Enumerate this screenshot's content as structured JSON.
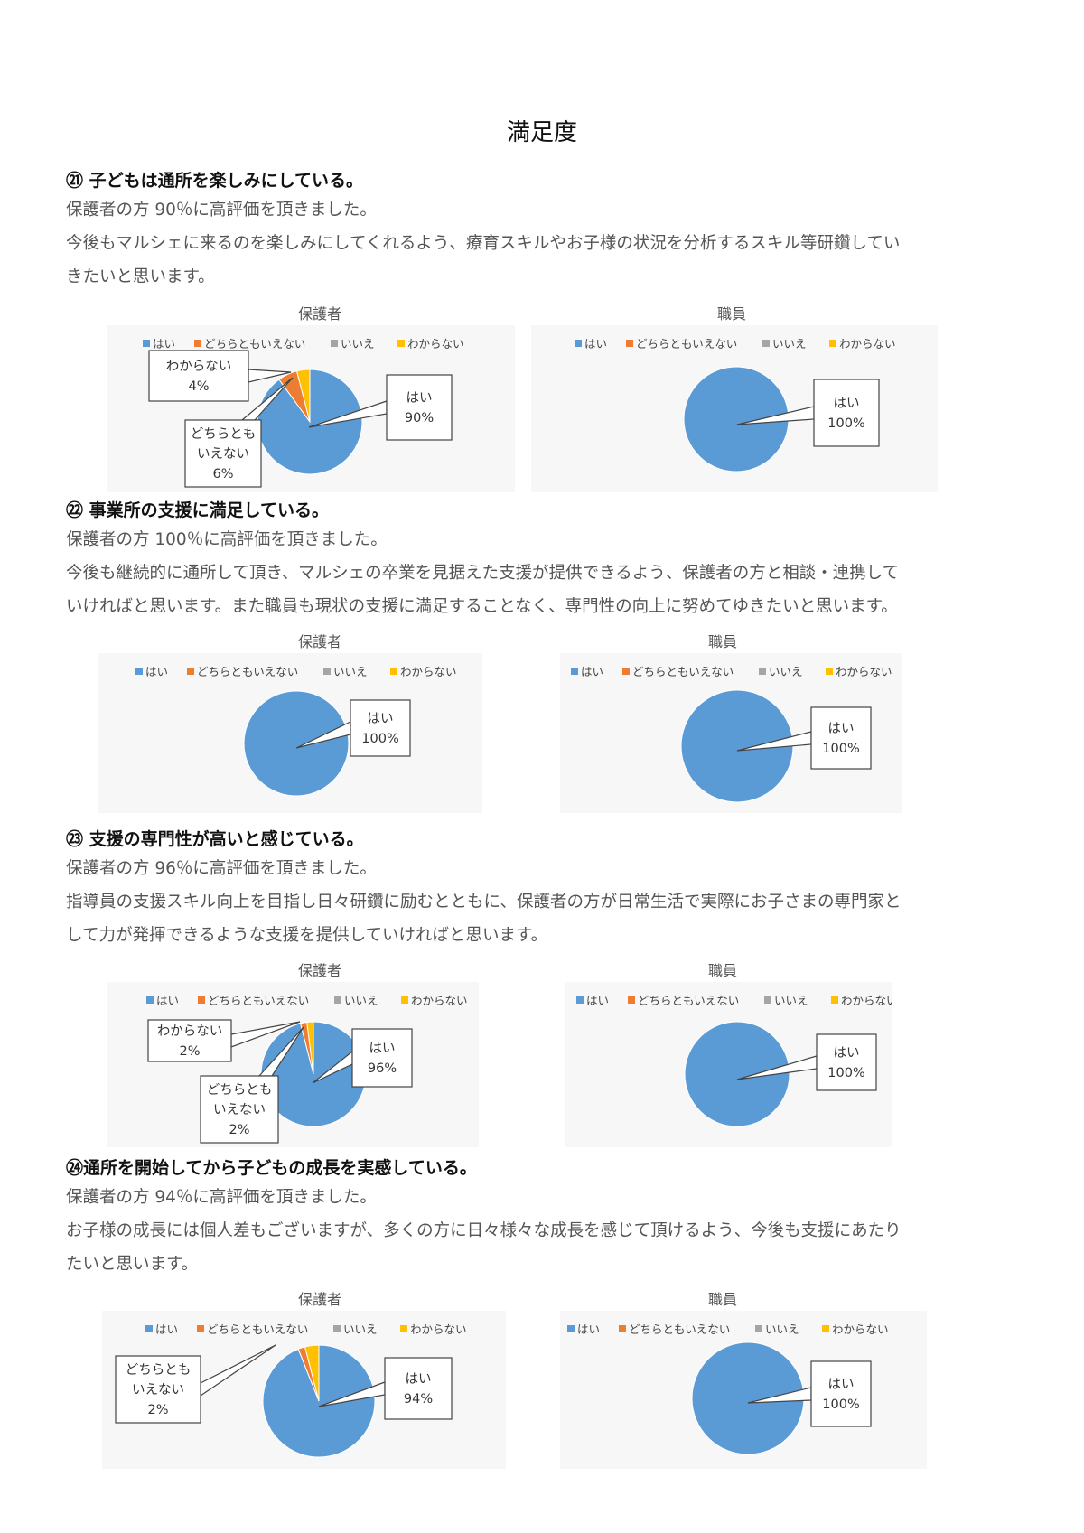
{
  "page_title": "満足度",
  "legend": {
    "items": [
      {
        "label": "はい",
        "color": "#5b9bd5"
      },
      {
        "label": "どちらともいえない",
        "color": "#ed7d31"
      },
      {
        "label": "いいえ",
        "color": "#a5a5a5"
      },
      {
        "label": "わからない",
        "color": "#ffc000"
      }
    ]
  },
  "sections": [
    {
      "heading": "㉑ 子どもは通所を楽しみにしている。",
      "lines": [
        "保護者の方 90％に高評価を頂きました。",
        "今後もマルシェに来るのを楽しみにしてくれるよう、療育スキルやお子様の状況を分析するスキル等研鑽してい",
        "きたいと思います。"
      ],
      "charts": [
        {
          "title": "保護者",
          "slices": [
            {
              "label": "はい",
              "value": 90
            },
            {
              "label": "どちらともいえない",
              "value": 6
            },
            {
              "label": "いいえ",
              "value": 0
            },
            {
              "label": "わからない",
              "value": 4
            }
          ],
          "callouts": [
            {
              "lines": [
                "はい",
                "90%"
              ]
            },
            {
              "lines": [
                "わからない",
                "4%"
              ]
            },
            {
              "lines": [
                "どちらとも",
                "いえない",
                "6%"
              ]
            }
          ]
        },
        {
          "title": "職員",
          "slices": [
            {
              "label": "はい",
              "value": 100
            },
            {
              "label": "どちらともいえない",
              "value": 0
            },
            {
              "label": "いいえ",
              "value": 0
            },
            {
              "label": "わからない",
              "value": 0
            }
          ],
          "callouts": [
            {
              "lines": [
                "はい",
                "100%"
              ]
            }
          ]
        }
      ]
    },
    {
      "heading": "㉒ 事業所の支援に満足している。",
      "lines": [
        "保護者の方 100％に高評価を頂きました。",
        "今後も継続的に通所して頂き、マルシェの卒業を見据えた支援が提供できるよう、保護者の方と相談・連携して",
        "いければと思います。また職員も現状の支援に満足することなく、専門性の向上に努めてゆきたいと思います。"
      ],
      "charts": [
        {
          "title": "保護者",
          "slices": [
            {
              "label": "はい",
              "value": 100
            },
            {
              "label": "どちらともいえない",
              "value": 0
            },
            {
              "label": "いいえ",
              "value": 0
            },
            {
              "label": "わからない",
              "value": 0
            }
          ],
          "callouts": [
            {
              "lines": [
                "はい",
                "100%"
              ]
            }
          ]
        },
        {
          "title": "職員",
          "slices": [
            {
              "label": "はい",
              "value": 100
            },
            {
              "label": "どちらともいえない",
              "value": 0
            },
            {
              "label": "いいえ",
              "value": 0
            },
            {
              "label": "わからない",
              "value": 0
            }
          ],
          "callouts": [
            {
              "lines": [
                "はい",
                "100%"
              ]
            }
          ]
        }
      ]
    },
    {
      "heading": "㉓ 支援の専門性が高いと感じている。",
      "lines": [
        "保護者の方 96％に高評価を頂きました。",
        "指導員の支援スキル向上を目指し日々研鑽に励むとともに、保護者の方が日常生活で実際にお子さまの専門家と",
        "して力が発揮できるような支援を提供していければと思います。"
      ],
      "charts": [
        {
          "title": "保護者",
          "slices": [
            {
              "label": "はい",
              "value": 96
            },
            {
              "label": "どちらともいえない",
              "value": 2
            },
            {
              "label": "いいえ",
              "value": 0
            },
            {
              "label": "わからない",
              "value": 2
            }
          ],
          "callouts": [
            {
              "lines": [
                "はい",
                "96%"
              ]
            },
            {
              "lines": [
                "わからない",
                "2%"
              ]
            },
            {
              "lines": [
                "どちらとも",
                "いえない",
                "2%"
              ]
            }
          ]
        },
        {
          "title": "職員",
          "slices": [
            {
              "label": "はい",
              "value": 100
            },
            {
              "label": "どちらともいえない",
              "value": 0
            },
            {
              "label": "いいえ",
              "value": 0
            },
            {
              "label": "わからない",
              "value": 0
            }
          ],
          "callouts": [
            {
              "lines": [
                "はい",
                "100%"
              ]
            }
          ]
        }
      ]
    },
    {
      "heading": "㉔通所を開始してから子どもの成長を実感している。",
      "lines": [
        "保護者の方 94％に高評価を頂きました。",
        "お子様の成長には個人差もございますが、多くの方に日々様々な成長を感じて頂けるよう、今後も支援にあたり",
        "たいと思います。"
      ],
      "charts": [
        {
          "title": "保護者",
          "slices": [
            {
              "label": "はい",
              "value": 94
            },
            {
              "label": "どちらともいえない",
              "value": 2
            },
            {
              "label": "いいえ",
              "value": 0
            },
            {
              "label": "わからない",
              "value": 4
            }
          ],
          "callouts": [
            {
              "lines": [
                "はい",
                "94%"
              ]
            },
            {
              "lines": [
                "どちらとも",
                "いえない",
                "2%"
              ]
            }
          ]
        },
        {
          "title": "職員",
          "slices": [
            {
              "label": "はい",
              "value": 100
            },
            {
              "label": "どちらともいえない",
              "value": 0
            },
            {
              "label": "いいえ",
              "value": 0
            },
            {
              "label": "わからない",
              "value": 0
            }
          ],
          "callouts": [
            {
              "lines": [
                "はい",
                "100%"
              ]
            }
          ]
        }
      ]
    }
  ],
  "chart_data": [
    {
      "type": "pie",
      "title": "保護者",
      "categories": [
        "はい",
        "どちらともいえない",
        "いいえ",
        "わからない"
      ],
      "values": [
        90,
        6,
        0,
        4
      ]
    },
    {
      "type": "pie",
      "title": "職員",
      "categories": [
        "はい",
        "どちらともいえない",
        "いいえ",
        "わからない"
      ],
      "values": [
        100,
        0,
        0,
        0
      ]
    },
    {
      "type": "pie",
      "title": "保護者",
      "categories": [
        "はい",
        "どちらともいえない",
        "いいえ",
        "わからない"
      ],
      "values": [
        100,
        0,
        0,
        0
      ]
    },
    {
      "type": "pie",
      "title": "職員",
      "categories": [
        "はい",
        "どちらともいえない",
        "いいえ",
        "わからない"
      ],
      "values": [
        100,
        0,
        0,
        0
      ]
    },
    {
      "type": "pie",
      "title": "保護者",
      "categories": [
        "はい",
        "どちらともいえない",
        "いいえ",
        "わからない"
      ],
      "values": [
        96,
        2,
        0,
        2
      ]
    },
    {
      "type": "pie",
      "title": "職員",
      "categories": [
        "はい",
        "どちらともいえない",
        "いいえ",
        "わからない"
      ],
      "values": [
        100,
        0,
        0,
        0
      ]
    },
    {
      "type": "pie",
      "title": "保護者",
      "categories": [
        "はい",
        "どちらともいえない",
        "いいえ",
        "わからない"
      ],
      "values": [
        94,
        2,
        0,
        4
      ]
    },
    {
      "type": "pie",
      "title": "職員",
      "categories": [
        "はい",
        "どちらともいえない",
        "いいえ",
        "わからない"
      ],
      "values": [
        100,
        0,
        0,
        0
      ]
    }
  ]
}
